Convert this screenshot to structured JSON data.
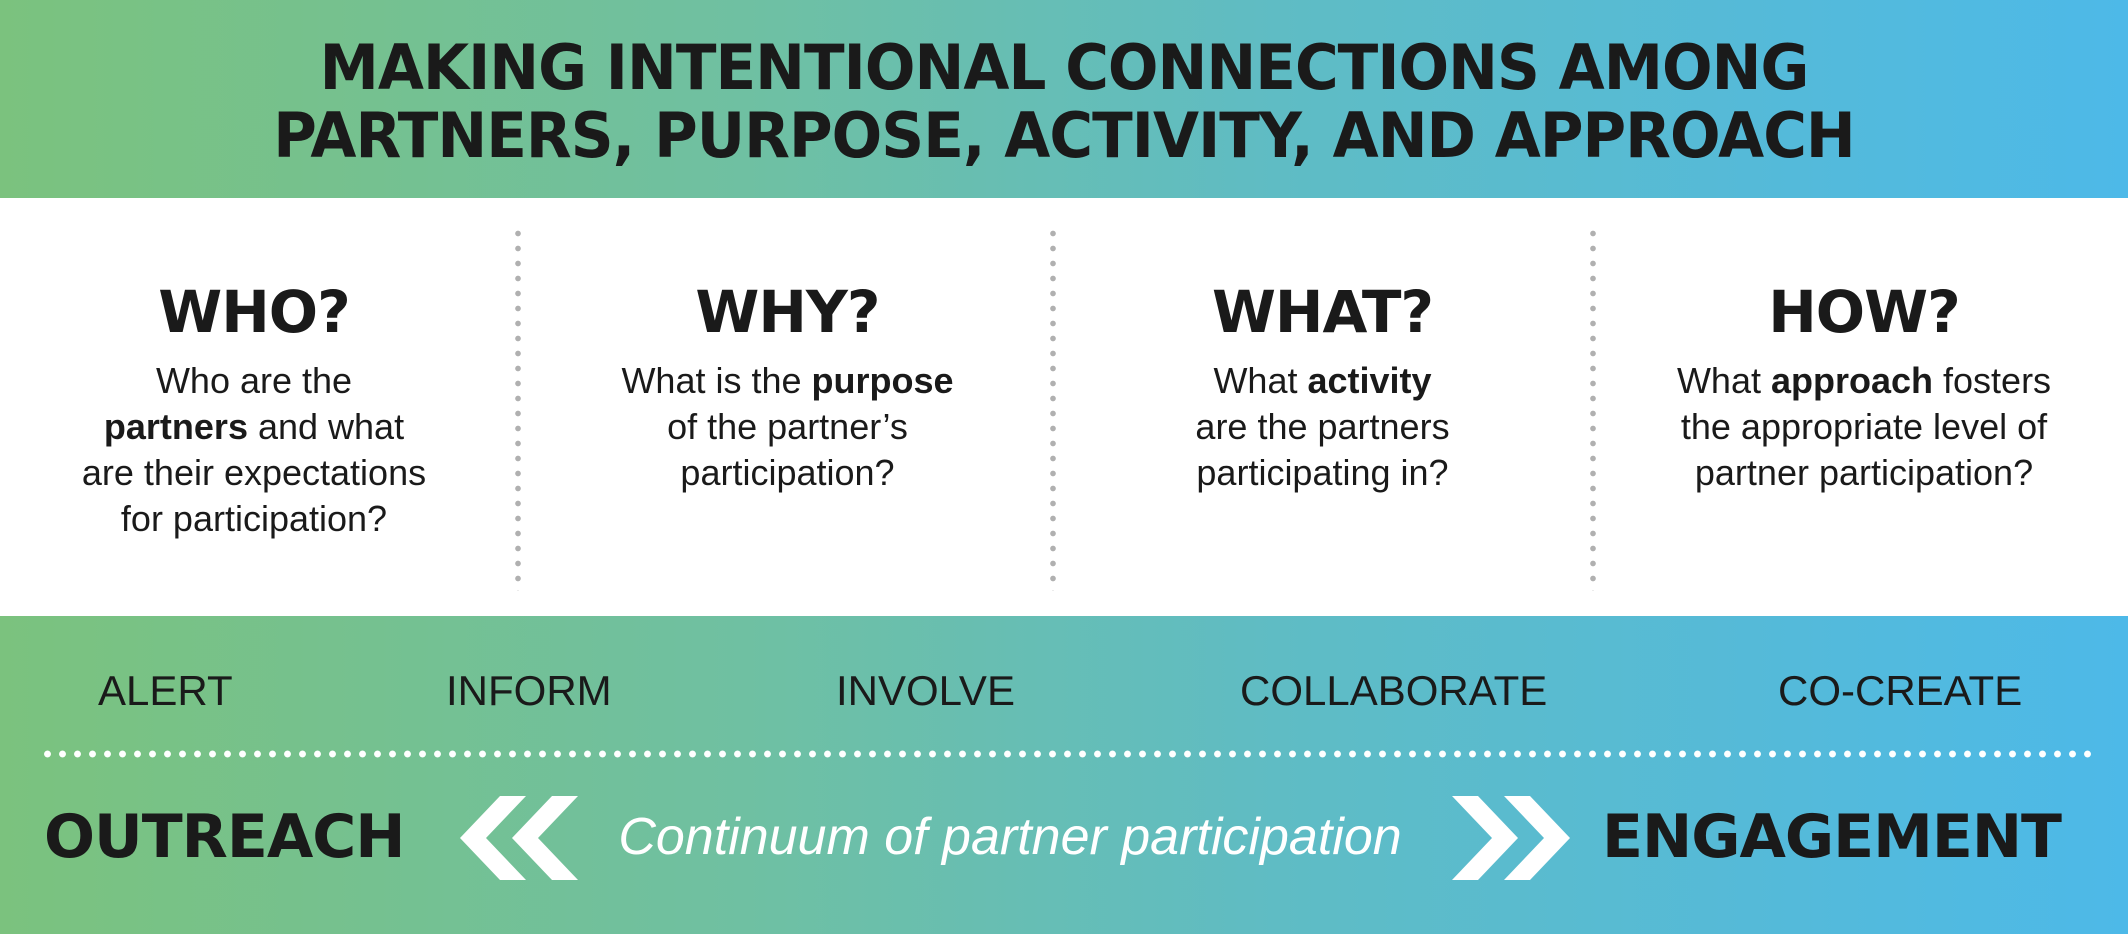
{
  "banner": {
    "title_line1": "MAKING INTENTIONAL CONNECTIONS AMONG",
    "title_line2": "PARTNERS, PURPOSE, ACTIVITY, AND APPROACH",
    "gradient_start": "#7bc27e",
    "gradient_end": "#4db9e8"
  },
  "questions": [
    {
      "heading": "WHO?",
      "lines": [
        {
          "pre": "Who are the",
          "bold": "",
          "post": ""
        },
        {
          "pre": "",
          "bold": "partners",
          "post": " and what"
        },
        {
          "pre": "are their expectations",
          "bold": "",
          "post": ""
        },
        {
          "pre": "for participation?",
          "bold": "",
          "post": ""
        }
      ]
    },
    {
      "heading": "WHY?",
      "lines": [
        {
          "pre": "What is the ",
          "bold": "purpose",
          "post": ""
        },
        {
          "pre": "of the partner’s",
          "bold": "",
          "post": ""
        },
        {
          "pre": "participation?",
          "bold": "",
          "post": ""
        }
      ]
    },
    {
      "heading": "WHAT?",
      "lines": [
        {
          "pre": "What ",
          "bold": "activity",
          "post": ""
        },
        {
          "pre": "are the partners",
          "bold": "",
          "post": ""
        },
        {
          "pre": "participating in?",
          "bold": "",
          "post": ""
        }
      ]
    },
    {
      "heading": "HOW?",
      "lines": [
        {
          "pre": "What ",
          "bold": "approach",
          "post": " fosters"
        },
        {
          "pre": "the appropriate level of",
          "bold": "",
          "post": ""
        },
        {
          "pre": "partner participation?",
          "bold": "",
          "post": ""
        }
      ]
    }
  ],
  "continuum": {
    "levels": [
      "ALERT",
      "INFORM",
      "INVOLVE",
      "COLLABORATE",
      "CO-CREATE"
    ],
    "left_label": "OUTREACH",
    "right_label": "ENGAGEMENT",
    "caption": "Continuum of partner participation",
    "left_icon": "double-chevron-left-icon",
    "right_icon": "double-chevron-right-icon"
  }
}
